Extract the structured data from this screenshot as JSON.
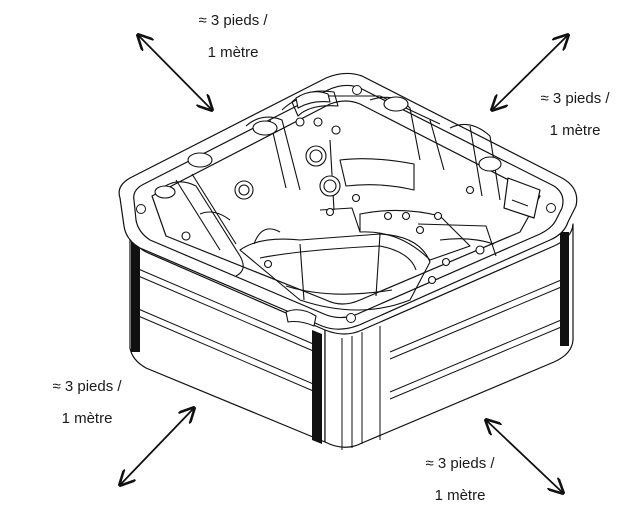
{
  "clearance_labels": {
    "top_left": {
      "line1": "≈ 3 pieds /",
      "line2": "1 mètre"
    },
    "top_right": {
      "line1": "≈ 3 pieds /",
      "line2": "1 mètre"
    },
    "bottom_left": {
      "line1": "≈ 3 pieds /",
      "line2": "1 mètre"
    },
    "bottom_right": {
      "line1": "≈ 3 pieds /",
      "line2": "1 mètre"
    }
  },
  "colors": {
    "stroke": "#111111",
    "background": "#ffffff"
  }
}
